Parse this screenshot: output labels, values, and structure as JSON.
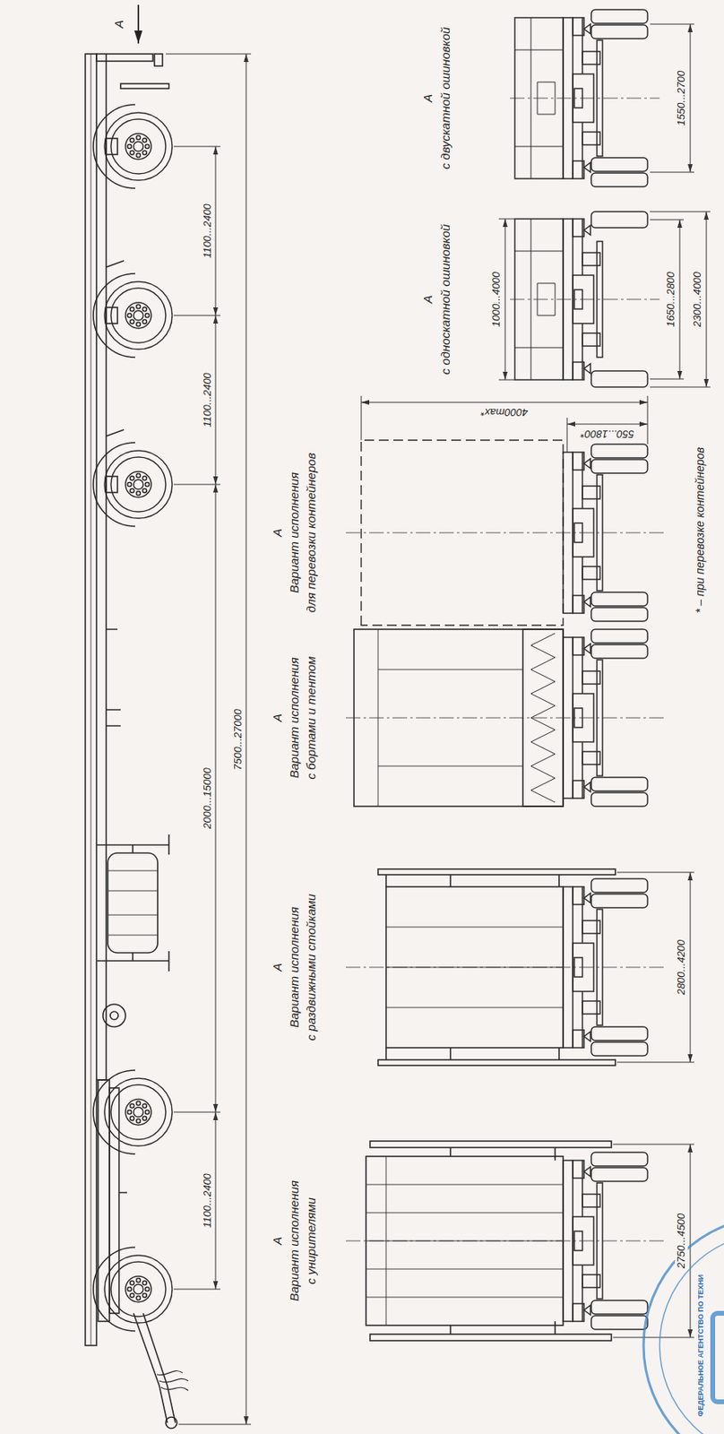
{
  "diagram": {
    "labels": [
      "A",
      "1100...2400",
      "2000...15000",
      "1100...2400",
      "1100...2400",
      "7500...27000",
      "A",
      "с односкатной ошиновкой",
      "1000...4000",
      "1650...2800",
      "2300...4000",
      "A",
      "с двускатной ошиновкой",
      "1550...2700",
      "A",
      "Вариант исполнения",
      "с унирителями",
      "2750...4500",
      "A",
      "Вариант исполнения",
      "с раздвижными стойками",
      "2800...4200",
      "A",
      "Вариант исполнения",
      "с бортами и тентом",
      "A",
      "Вариант исполнения",
      "для перевозки контейнеров",
      "550...1800*",
      "4000max*",
      "* – при перевозке контейнеров",
      "ФЕДЕРАЛЬНОЕ АГЕНТСТВО ПО ТЕХНИ"
    ]
  }
}
